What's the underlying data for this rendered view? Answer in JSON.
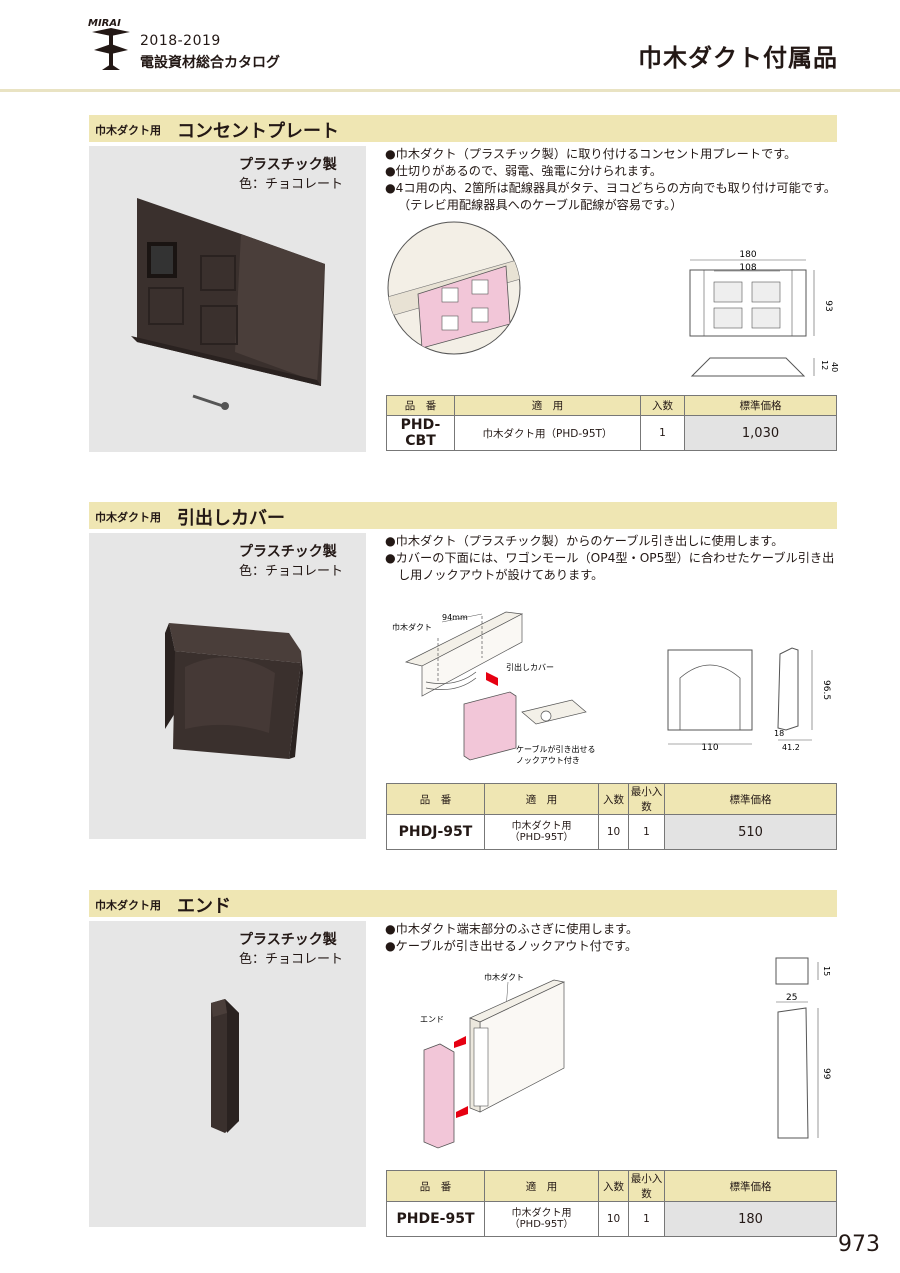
{
  "header": {
    "brand": "MIRAI",
    "year": "2018-2019",
    "catalog": "電設資材総合カタログ",
    "title": "巾木ダクト付属品"
  },
  "sections": [
    {
      "small": "巾木ダクト用",
      "title": "コンセントプレート",
      "material": "プラスチック製",
      "color": "色：チョコレート",
      "desc": [
        "巾木ダクト（プラスチック製）に取り付けるコンセント用プレートです。",
        "仕切りがあるので、弱電、強電に分けられます。",
        "4コ用の内、2箇所は配線器具がタテ、ヨコどちらの方向でも取り付け可能です。（テレビ用配線器具へのケーブル配線が容易です。）"
      ],
      "dims": [
        "180",
        "108",
        "93",
        "12",
        "40"
      ],
      "headers": [
        "品　番",
        "適　用",
        "入数",
        "標準価格"
      ],
      "row": [
        "PHD-CBT",
        "巾木ダクト用（PHD-95T）",
        "1",
        "1,030"
      ]
    },
    {
      "small": "巾木ダクト用",
      "title": "引出しカバー",
      "material": "プラスチック製",
      "color": "色：チョコレート",
      "desc": [
        "巾木ダクト（プラスチック製）からのケーブル引き出しに使用します。",
        "カバーの下面には、ワゴンモール（OP4型・OP5型）に合わせたケーブル引き出し用ノックアウトが設けてあります。"
      ],
      "labels": [
        "巾木ダクト",
        "94mm",
        "引出しカバー",
        "ケーブルが引き出せる",
        "ノックアウト付き"
      ],
      "dims": [
        "110",
        "96.5",
        "18",
        "41.2"
      ],
      "headers": [
        "品　番",
        "適　用",
        "入数",
        "最小入数",
        "標準価格"
      ],
      "row": [
        "PHDJ-95T",
        "巾木ダクト用",
        "（PHD-95T）",
        "10",
        "1",
        "510"
      ]
    },
    {
      "small": "巾木ダクト用",
      "title": "エンド",
      "material": "プラスチック製",
      "color": "色：チョコレート",
      "desc": [
        "巾木ダクト端末部分のふさぎに使用します。",
        "ケーブルが引き出せるノックアウト付です。"
      ],
      "labels": [
        "巾木ダクト",
        "エンド"
      ],
      "dims": [
        "15",
        "25",
        "99"
      ],
      "headers": [
        "品　番",
        "適　用",
        "入数",
        "最小入数",
        "標準価格"
      ],
      "row": [
        "PHDE-95T",
        "巾木ダクト用",
        "（PHD-95T）",
        "10",
        "1",
        "180"
      ]
    }
  ],
  "page_number": "973"
}
